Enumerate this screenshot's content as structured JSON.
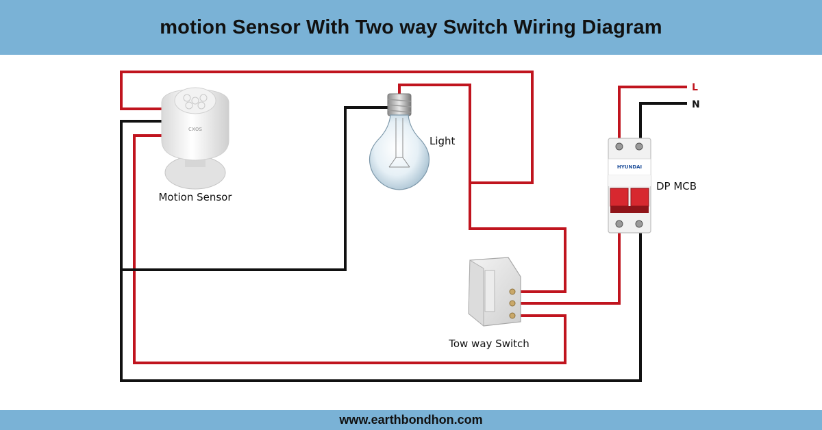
{
  "header": {
    "title": "motion Sensor With Two way Switch Wiring Diagram"
  },
  "footer": {
    "url": "www.earthbondhon.com"
  },
  "labels": {
    "motion_sensor": "Motion Sensor",
    "light": "Light",
    "switch": "Tow way Switch",
    "mcb": "DP MCB",
    "live": "L",
    "neutral": "N",
    "sensor_brand": "cxos",
    "mcb_brand": "HYUNDAI"
  },
  "colors": {
    "header_bg": "#7ab2d6",
    "live_wire": "#c0141e",
    "neutral_wire": "#111111"
  }
}
